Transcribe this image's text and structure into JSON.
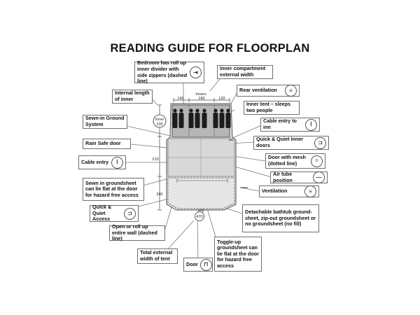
{
  "title": "READING GUIDE FOR FLOORPLAN",
  "dimensions": {
    "inners_label": "Inners",
    "inner_widths": [
      "140",
      "180",
      "120"
    ],
    "inner_length_circle": "Inner\n230",
    "left_210": "210",
    "left_240": "240",
    "width_370": "370",
    "total_470": "470"
  },
  "callouts": {
    "bedroom": "Bedroom has roll up inner divider with side zippers (dashed line)",
    "inner_compartment": "Inner compartment external width",
    "internal_length": "Internal length of inner",
    "rear_ventilation": "Rear ventilation",
    "inner_tent": "Inner tent – sleeps two people",
    "sewn_ground": "Sewn-in Ground System",
    "cable_inn": "Cable entry to inn",
    "rain_safe": "Rain Safe door",
    "quick_quiet_inner": "Quick & Quiet inner doors",
    "cable_entry": "Cable entry",
    "door_mesh": "Door with mesh (dotted line)",
    "air_tube": "Air tube position",
    "sewn_groundsheet": "Sewn in groundsheet can lie flat at the door for hazard free access",
    "ventilation": "Ventilation",
    "quick_quiet_access": "Quick & Quiet Access",
    "bathtub": "Detachable bathtub ground-sheet, zip-out groundsheet or no groundsheet (no fill)",
    "open_roll": "Open or roll up entire wall (dashed line)",
    "total_width": "Total external width of tent",
    "door": "Door",
    "toggle_up": "Toggle-up groundsheet can lie flat at the door for hazard free access"
  },
  "icons": {
    "zipper": "zipper-icon",
    "vent": "ventilation-icon",
    "cable": "cable-icon",
    "quick": "quick-quiet-icon",
    "mesh": "mesh-door-icon",
    "tube": "air-tube-icon",
    "door": "door-icon"
  },
  "colors": {
    "tent_fill": "#d9d9d9",
    "inner_fill": "#b3b3b3",
    "floor_fill": "#e4e4e4",
    "sleeper_fill": "#1c1c1c",
    "line": "#777777"
  }
}
